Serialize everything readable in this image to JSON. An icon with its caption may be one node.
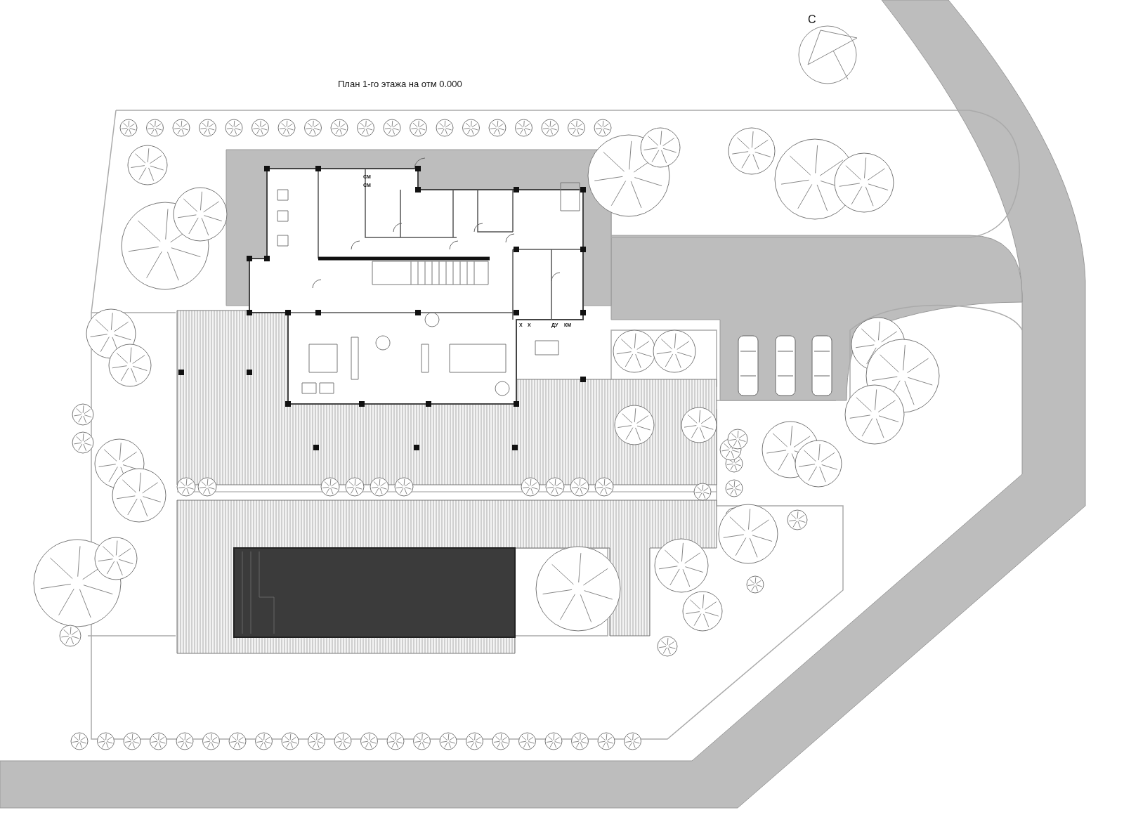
{
  "diagram": {
    "title": "План 1-го этажа на отм 0.000",
    "labels": [
      "С",
      "СМ",
      "СМ",
      "Х",
      "Х",
      "ДУ",
      "КМ"
    ]
  }
}
